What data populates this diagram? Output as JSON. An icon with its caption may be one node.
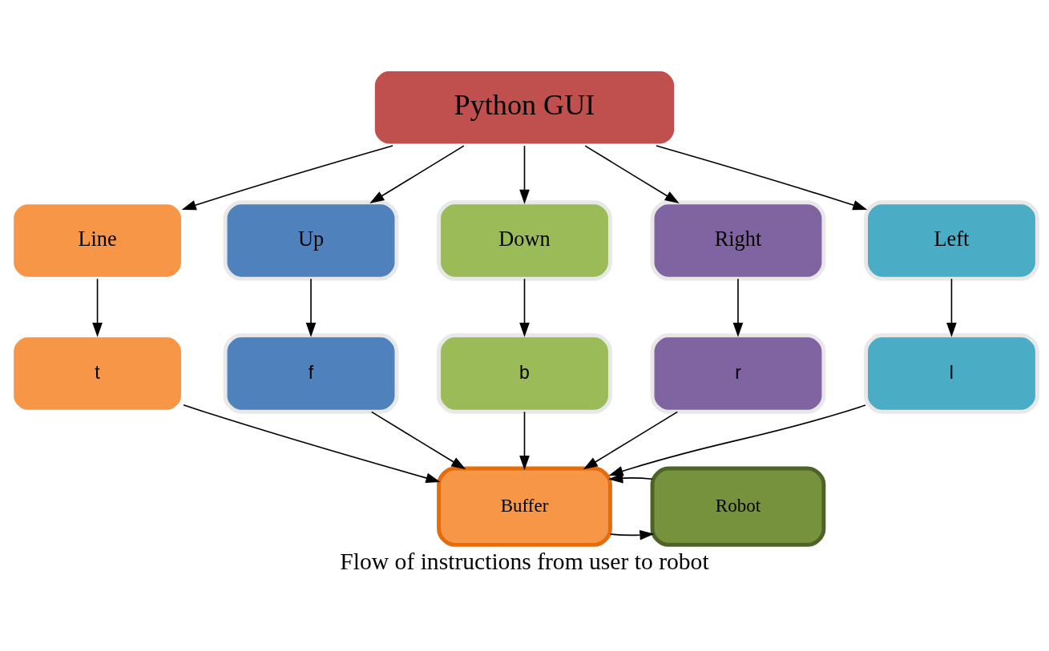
{
  "diagram": {
    "caption": "Flow of instructions from user to robot",
    "nodes": [
      {
        "text": [
          "Python GUI"
        ]
      },
      {
        "text": [
          "Line"
        ]
      },
      {
        "text": [
          "t"
        ]
      },
      {
        "text": [
          "Up"
        ]
      },
      {
        "text": [
          "Down"
        ]
      },
      {
        "text": [
          "Right"
        ]
      },
      {
        "text": [
          "Left"
        ]
      },
      {
        "text": [
          "f"
        ]
      },
      {
        "text": [
          "b"
        ]
      },
      {
        "text": [
          "r"
        ]
      },
      {
        "text": [
          "l"
        ]
      },
      {
        "text": [
          "Buffer"
        ]
      },
      {
        "text": [
          "Robot"
        ]
      }
    ],
    "edges": [
      {
        "from": 0,
        "to": 1,
        "arrow": "to"
      },
      {
        "from": 0,
        "to": 3,
        "arrow": "to"
      },
      {
        "from": 0,
        "to": 4,
        "arrow": "to"
      },
      {
        "from": 0,
        "to": 5,
        "arrow": "to"
      },
      {
        "from": 0,
        "to": 6,
        "arrow": "to"
      },
      {
        "from": 1,
        "to": 2,
        "arrow": "to"
      },
      {
        "from": 3,
        "to": 7,
        "arrow": "to"
      },
      {
        "from": 4,
        "to": 8,
        "arrow": "to"
      },
      {
        "from": 5,
        "to": 9,
        "arrow": "to"
      },
      {
        "from": 6,
        "to": 10,
        "arrow": "to"
      },
      {
        "from": 7,
        "to": 11,
        "arrow": "to"
      },
      {
        "from": 8,
        "to": 11,
        "arrow": "to"
      },
      {
        "from": 9,
        "to": 11,
        "arrow": "to"
      },
      {
        "from": 10,
        "to": 11,
        "arrow": "to"
      },
      {
        "from": 2,
        "to": 11,
        "arrow": "to"
      },
      {
        "from": 11,
        "to": 12,
        "arrow": "to"
      },
      {
        "from": 12,
        "to": 11,
        "arrow": "to"
      }
    ]
  }
}
